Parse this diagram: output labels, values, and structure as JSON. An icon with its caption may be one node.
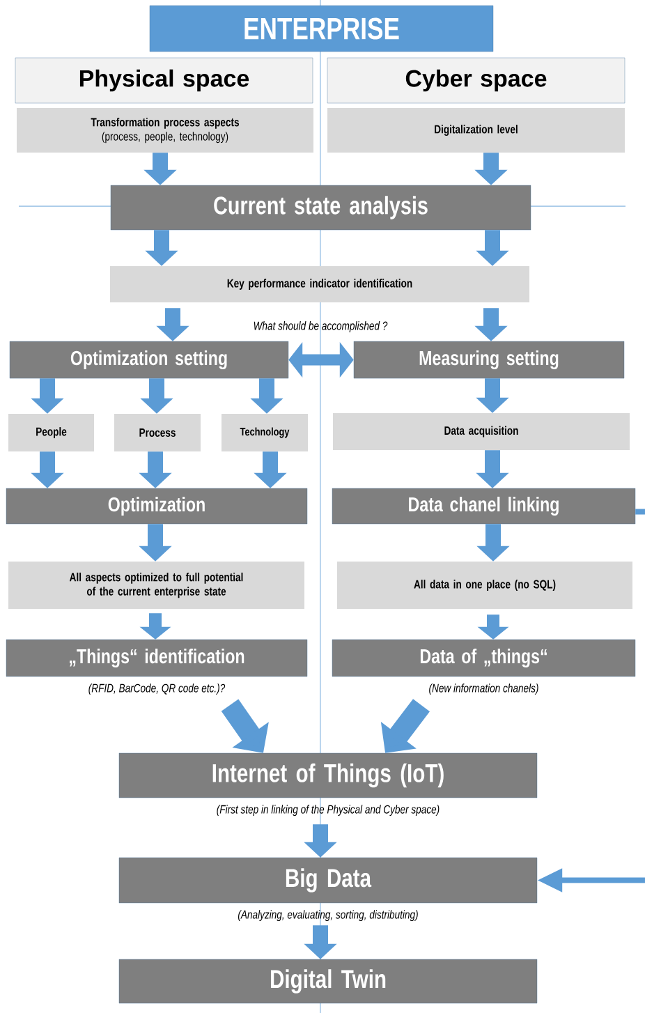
{
  "diagram": {
    "nodes": [
      {
        "text": [
          "ENTERPRISE"
        ]
      },
      {
        "text": [
          "Physical space"
        ]
      },
      {
        "text": [
          "Cyber space"
        ]
      },
      {
        "text": [
          "Transformation process aspects",
          "(process, people, technology)"
        ]
      },
      {
        "text": [
          "Digitalization level"
        ]
      },
      {
        "text": [
          "Current state analysis"
        ]
      },
      {
        "text": [
          "Key performance indicator identification"
        ]
      },
      {
        "text": [
          "Optimization setting"
        ]
      },
      {
        "text": [
          "Measuring setting"
        ]
      },
      {
        "text": [
          "People"
        ]
      },
      {
        "text": [
          "Process"
        ]
      },
      {
        "text": [
          "Technology"
        ]
      },
      {
        "text": [
          "Data acquisition"
        ]
      },
      {
        "text": [
          "Optimization"
        ]
      },
      {
        "text": [
          "Data chanel linking"
        ]
      },
      {
        "text": [
          "All aspects optimized to full potential of the current enterprise state"
        ]
      },
      {
        "text": [
          "All data in one place (no SQL)"
        ]
      },
      {
        "text": [
          "„Things“ identification"
        ],
        "beside": [
          "(RFID, BarCode, QR code etc.)?"
        ]
      },
      {
        "text": [
          "Data of „things“"
        ],
        "beside": [
          "(New information chanels)"
        ]
      },
      {
        "text": [
          "Internet of Things (IoT)"
        ],
        "beside": [
          "(First step in linking of the Physical and Cyber space)"
        ]
      },
      {
        "text": [
          "Big Data"
        ],
        "beside": [
          "(Analyzing, evaluating, sorting, distributing)"
        ]
      },
      {
        "text": [
          "Digital Twin"
        ]
      }
    ],
    "edges": [
      {
        "from": 3,
        "to": 5,
        "arrow": "to"
      },
      {
        "from": 4,
        "to": 5,
        "arrow": "to"
      },
      {
        "from": 5,
        "to": 6,
        "arrow": "to"
      },
      {
        "from": 5,
        "to": 6,
        "arrow": "to"
      },
      {
        "from": 6,
        "to": 7,
        "arrow": "to"
      },
      {
        "from": 6,
        "to": 8,
        "arrow": "to"
      },
      {
        "from": 7,
        "to": 8,
        "arrow": "both"
      },
      {
        "from": 7,
        "to": 9,
        "arrow": "to"
      },
      {
        "from": 7,
        "to": 10,
        "arrow": "to"
      },
      {
        "from": 7,
        "to": 11,
        "arrow": "to"
      },
      {
        "from": 8,
        "to": 12,
        "arrow": "to"
      },
      {
        "from": 9,
        "to": 13,
        "arrow": "to"
      },
      {
        "from": 10,
        "to": 13,
        "arrow": "to"
      },
      {
        "from": 11,
        "to": 13,
        "arrow": "to"
      },
      {
        "from": 12,
        "to": 14,
        "arrow": "to"
      },
      {
        "from": 13,
        "to": 15,
        "arrow": "to"
      },
      {
        "from": 14,
        "to": 16,
        "arrow": "to"
      },
      {
        "from": 15,
        "to": 17,
        "arrow": "to"
      },
      {
        "from": 16,
        "to": 18,
        "arrow": "to"
      },
      {
        "from": 17,
        "to": 19,
        "arrow": "to"
      },
      {
        "from": 18,
        "to": 19,
        "arrow": "to"
      },
      {
        "from": 19,
        "to": 20,
        "arrow": "to"
      },
      {
        "from": 20,
        "to": 21,
        "arrow": "to"
      },
      {
        "from": 14,
        "to": 20,
        "arrow": "to"
      }
    ],
    "labels": [
      "What should be accomplished ?"
    ]
  }
}
